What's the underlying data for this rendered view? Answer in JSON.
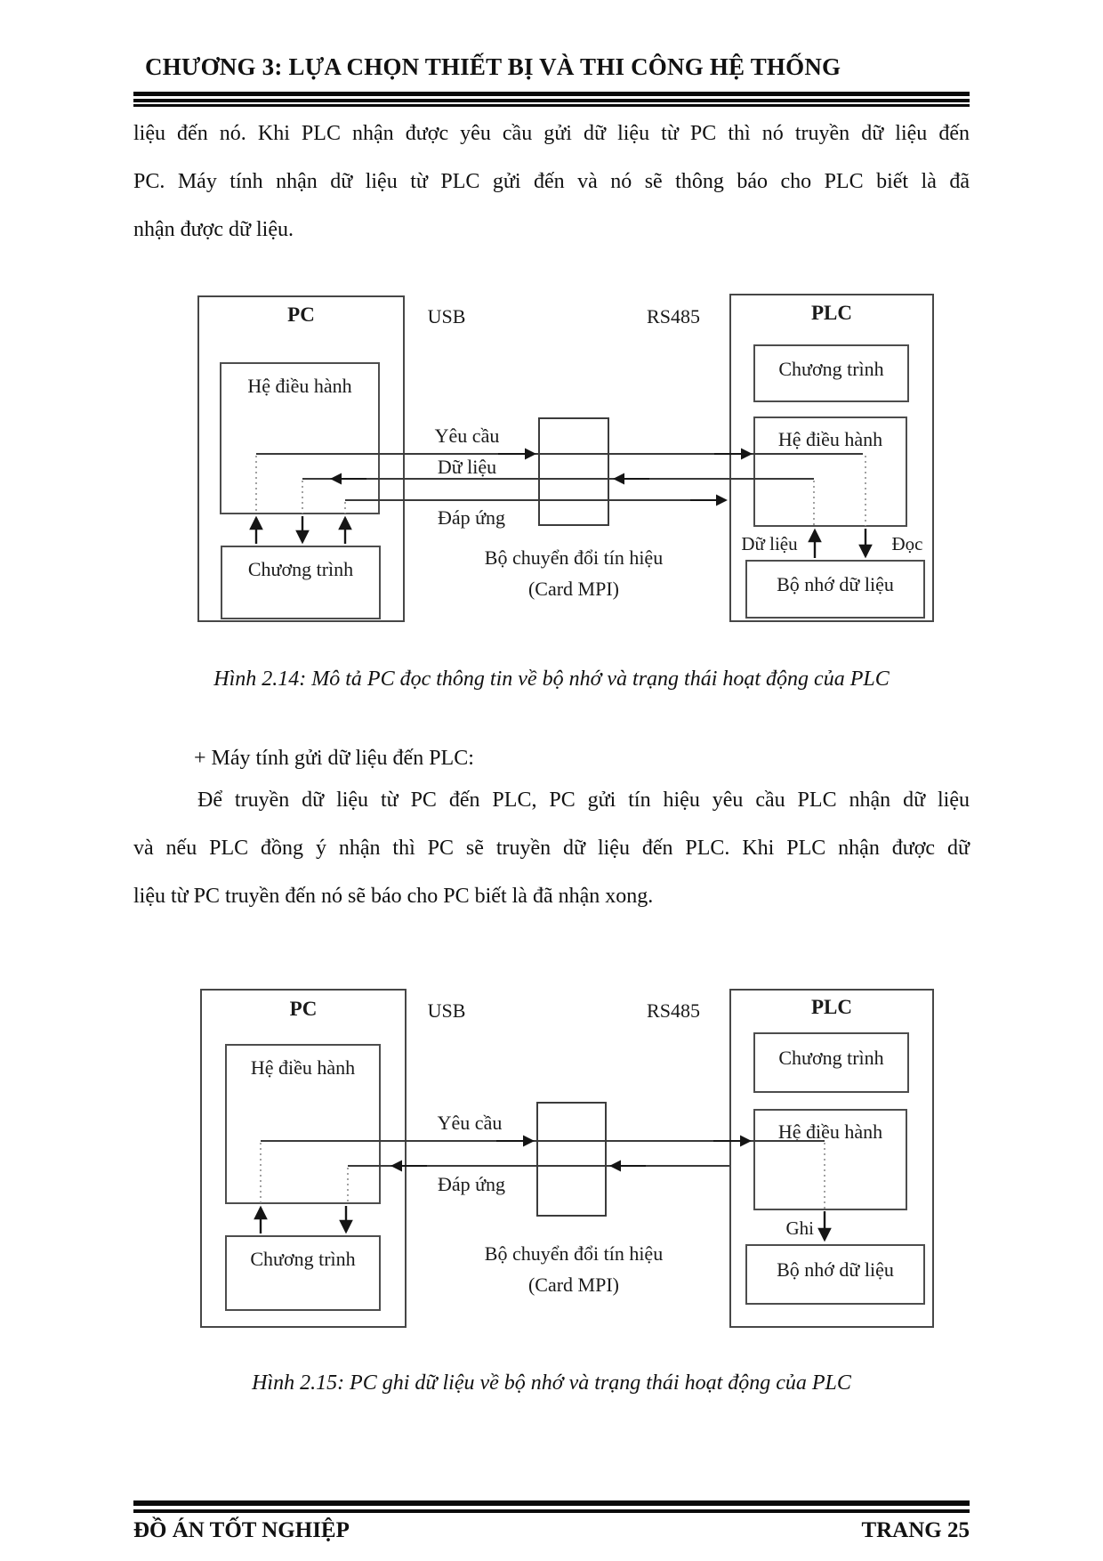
{
  "header": {
    "title": "CHƯƠNG 3: LỰA CHỌN THIẾT BỊ VÀ THI CÔNG HỆ THỐNG"
  },
  "body": {
    "p1_lines": [
      "liệu đến nó. Khi PLC nhận được yêu cầu gửi dữ liệu từ PC thì nó truyền dữ liệu đến",
      "PC. Máy tính nhận dữ liệu từ PLC gửi đến và nó sẽ thông báo cho PLC biết là đã",
      "nhận được dữ liệu."
    ],
    "subheading": "+ Máy tính gửi dữ liệu đến PLC:",
    "p2_lines": [
      "Để truyền dữ liệu từ PC đến PLC, PC gửi tín hiệu yêu cầu PLC nhận dữ liệu",
      "và nếu PLC đồng ý nhận thì PC sẽ truyền dữ liệu đến PLC. Khi PLC nhận được dữ",
      "liệu từ PC truyền đến nó sẽ báo cho PC biết là đã nhận xong."
    ]
  },
  "fig1": {
    "pc_title": "PC",
    "usb": "USB",
    "rs485": "RS485",
    "plc_title": "PLC",
    "pc_os": "Hệ điều hành",
    "pc_program": "Chương trình",
    "plc_program": "Chương trình",
    "plc_os": "Hệ điều hành",
    "plc_memory": "Bộ nhớ dữ liệu",
    "sig_request": "Yêu cầu",
    "sig_data": "Dữ liệu",
    "sig_response": "Đáp ứng",
    "mem_data_label": "Dữ liệu",
    "mem_read_label": "Đọc",
    "conv_line1": "Bộ chuyển đổi tín hiệu",
    "conv_line2": "(Card MPI)",
    "caption": "Hình 2.14: Mô tả PC đọc thông tin về bộ nhớ và trạng thái hoạt động của PLC"
  },
  "fig2": {
    "pc_title": "PC",
    "usb": "USB",
    "rs485": "RS485",
    "plc_title": "PLC",
    "pc_os": "Hệ điều hành",
    "pc_program": "Chương trình",
    "plc_program": "Chương trình",
    "plc_os": "Hệ điều hành",
    "plc_memory": "Bộ nhớ dữ liệu",
    "sig_request": "Yêu cầu",
    "sig_response": "Đáp ứng",
    "mem_write_label": "Ghi",
    "conv_line1": "Bộ chuyển đổi tín hiệu",
    "conv_line2": "(Card MPI)",
    "caption": "Hình 2.15: PC ghi dữ liệu về bộ nhớ và trạng thái hoạt động của PLC"
  },
  "footer": {
    "left": "ĐỒ ÁN TỐT NGHIỆP",
    "right": "TRANG 25"
  }
}
